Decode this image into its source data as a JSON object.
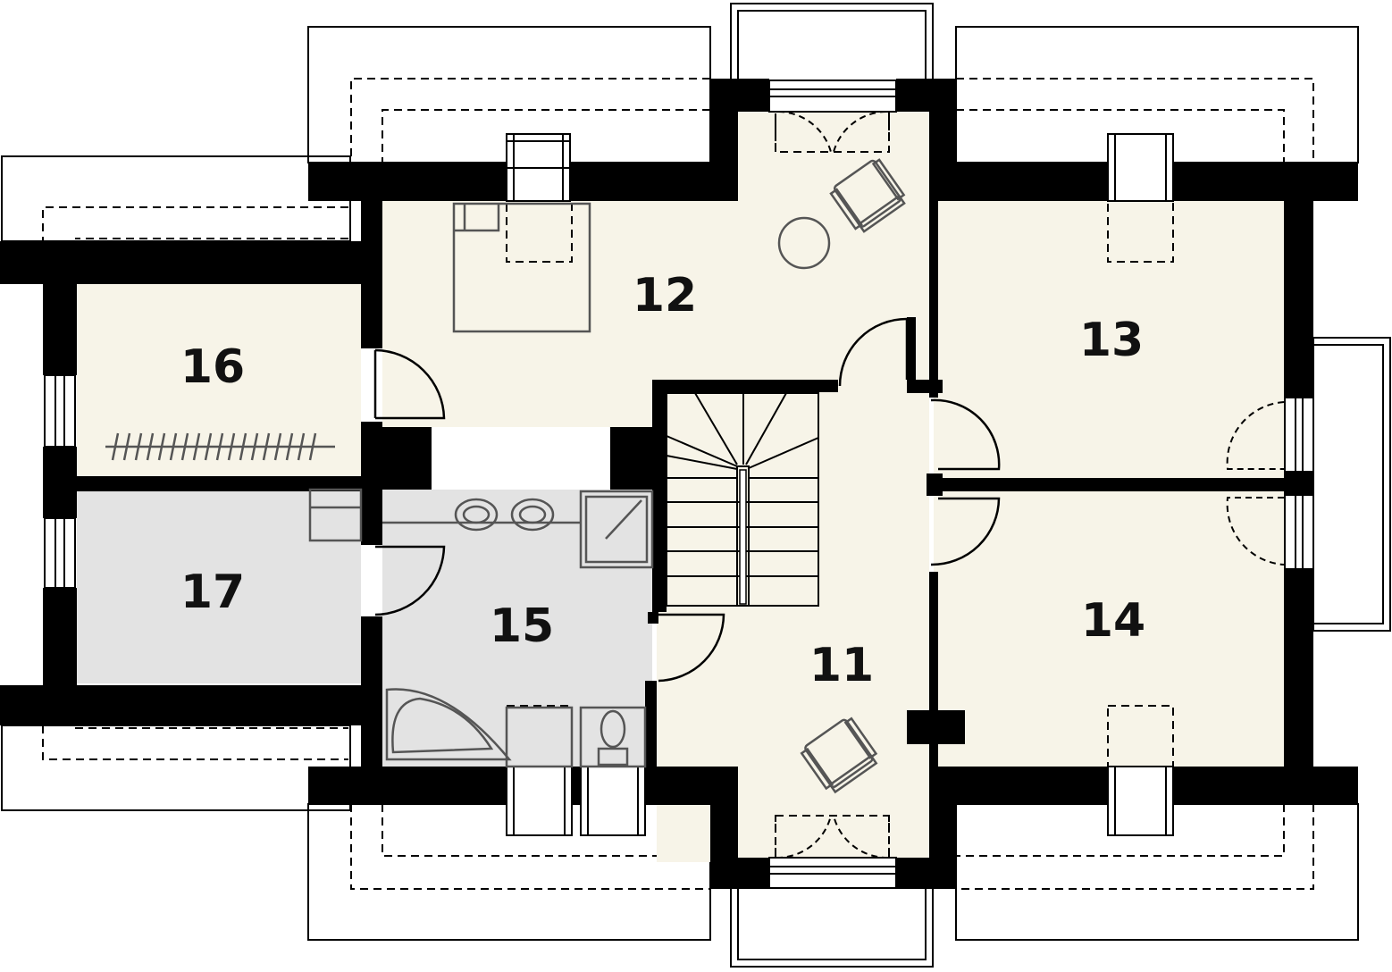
{
  "colors": {
    "room_fill": "#f7f4e8",
    "wet_room_fill": "#e3e3e3",
    "wall": "#000000",
    "background": "#ffffff"
  },
  "rooms": [
    {
      "id": "11",
      "label": "11",
      "type": "hall"
    },
    {
      "id": "12",
      "label": "12",
      "type": "bedroom"
    },
    {
      "id": "13",
      "label": "13",
      "type": "room"
    },
    {
      "id": "14",
      "label": "14",
      "type": "room"
    },
    {
      "id": "15",
      "label": "15",
      "type": "bathroom"
    },
    {
      "id": "16",
      "label": "16",
      "type": "wardrobe"
    },
    {
      "id": "17",
      "label": "17",
      "type": "storage"
    }
  ]
}
